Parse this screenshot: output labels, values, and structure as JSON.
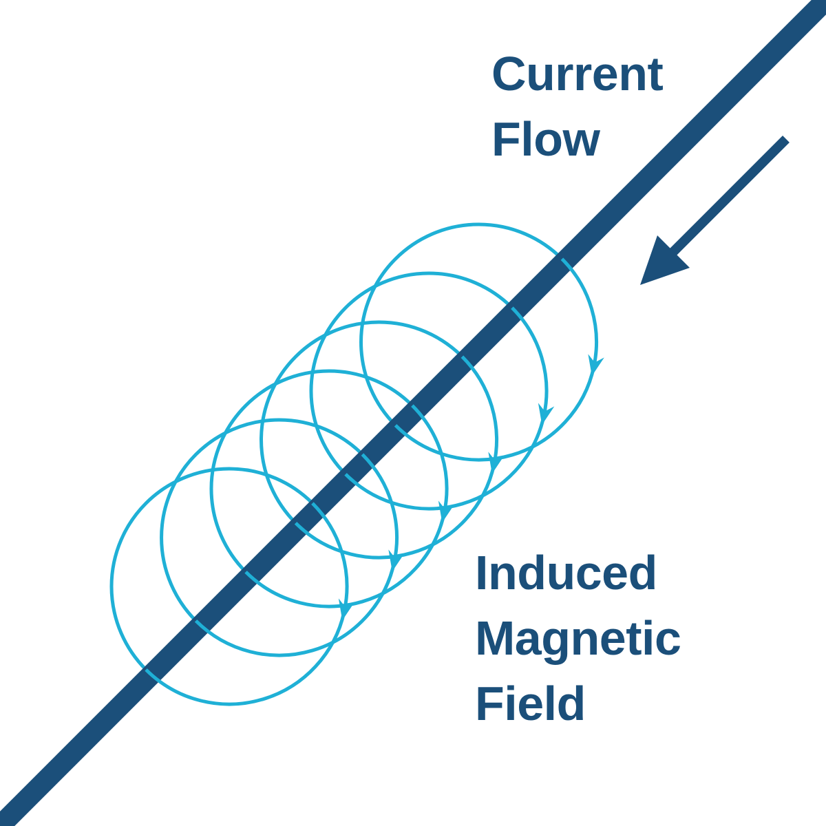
{
  "colors": {
    "background": "#ffffff",
    "wire": "#1b4f7a",
    "field_loops": "#1fb0d6",
    "text": "#1b4f7a",
    "current_arrow": "#1b4f7a"
  },
  "labels": {
    "current": {
      "line1": "Current",
      "line2": "Flow"
    },
    "field": {
      "line1": "Induced",
      "line2": "Magnetic",
      "line3": "Field"
    }
  },
  "diagram": {
    "field_loop_count": 6,
    "field_direction": "clockwise",
    "current_direction": "down-left"
  }
}
